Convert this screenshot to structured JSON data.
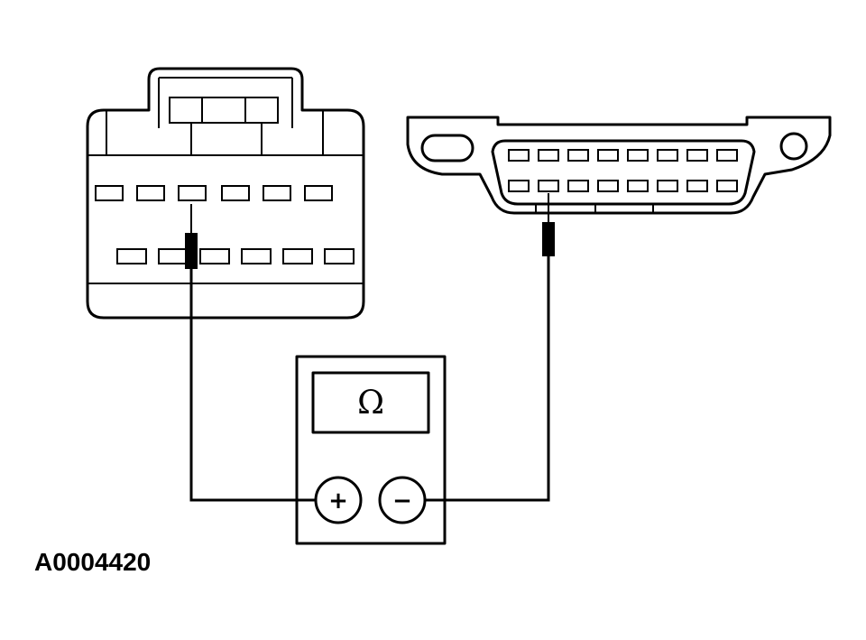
{
  "figure_id": "A0004420",
  "meter": {
    "display_symbol": "Ω",
    "positive_terminal": "+",
    "negative_terminal": "−"
  },
  "connector": {
    "top_row_pins": 6,
    "bottom_row_pins": 6
  },
  "dlc": {
    "top_row_pins": 8,
    "bottom_row_pins": 8
  },
  "colors": {
    "line": "#000000",
    "background": "#ffffff"
  }
}
